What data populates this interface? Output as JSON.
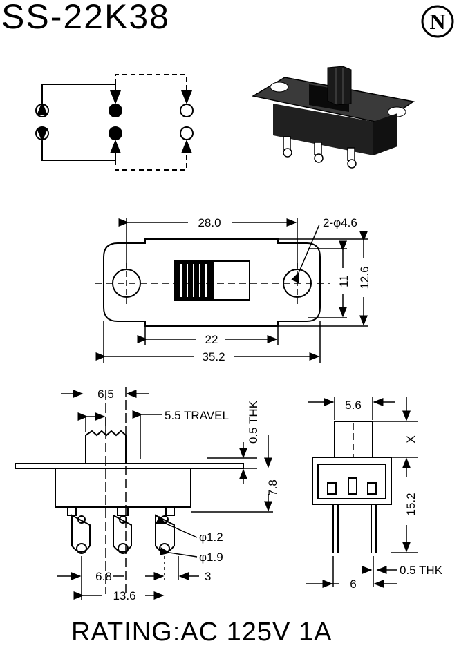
{
  "title": "SS-22K38",
  "logo_letter": "N",
  "rating": "RATING:AC 125V 1A",
  "top_view": {
    "overall_width": "28.0",
    "holes": "2-φ4.6",
    "height_outer": "12.6",
    "height_inner": "11",
    "inner_width": "22",
    "total_length": "35.2"
  },
  "side_view": {
    "actuator_width": "6.5",
    "travel": "5.5 TRAVEL",
    "plate_thickness": "0.5 THK",
    "body_height": "7.8",
    "pin_hole_small": "φ1.2",
    "pin_hole_large": "φ1.9",
    "pin_pitch": "6.8",
    "pin_spacing": "3",
    "pin_span": "13.6"
  },
  "end_view": {
    "actuator_width": "5.6",
    "actuator_height": "X",
    "terminal_length": "15.2",
    "terminal_thickness": "0.5 THK",
    "terminal_pitch": "6"
  }
}
